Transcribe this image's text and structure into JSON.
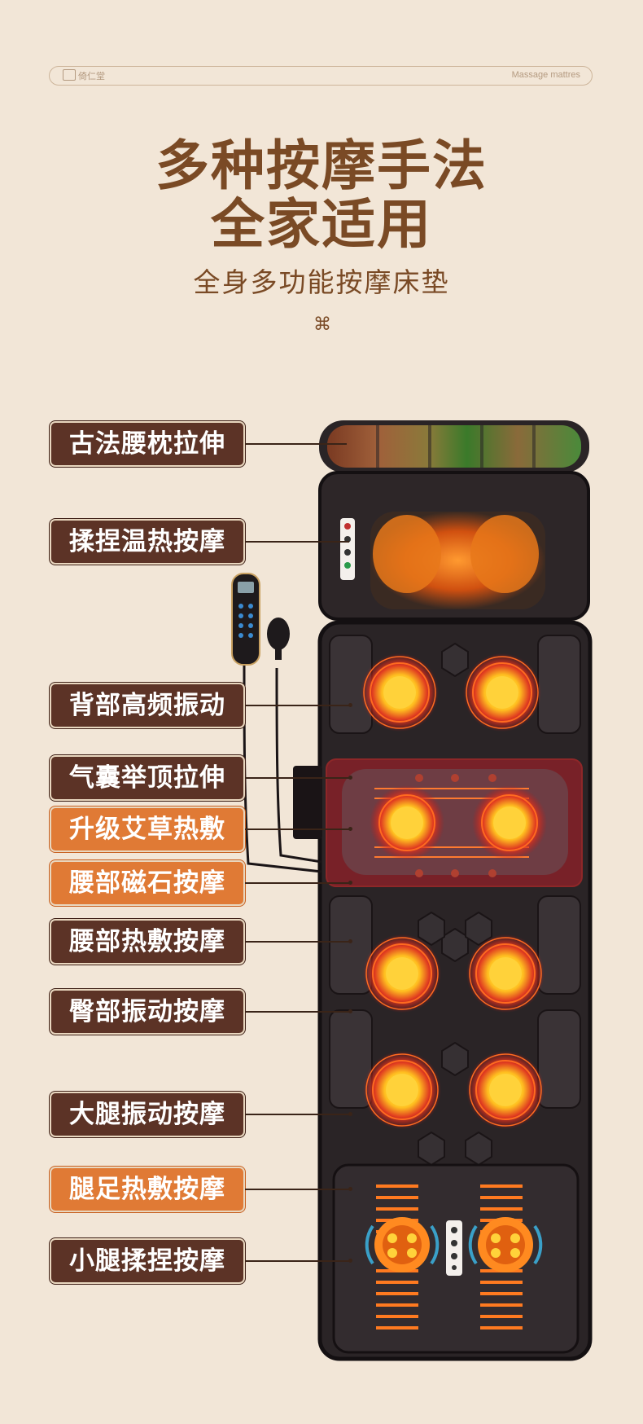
{
  "header": {
    "brand": "倚仁堂",
    "subtitle": "Massage mattres"
  },
  "title": {
    "line1": "多种按摩手法",
    "line2": "全家适用",
    "sub": "全身多功能按摩床垫"
  },
  "icons": {
    "divider": "clover-icon"
  },
  "colors": {
    "background": "#f2e6d7",
    "title": "#7a4a25",
    "label_dark": "#5c3326",
    "label_orange": "#e07a35",
    "heat": "#ffcf33",
    "mat": "#2a2426"
  },
  "labels": [
    {
      "text": "古法腰枕拉伸",
      "style": "dark"
    },
    {
      "text": "揉捏温热按摩",
      "style": "dark"
    },
    {
      "text": "背部高频振动",
      "style": "dark"
    },
    {
      "text": "气囊举顶拉伸",
      "style": "dark"
    },
    {
      "text": "升级艾草热敷",
      "style": "orange"
    },
    {
      "text": "腰部磁石按摩",
      "style": "orange"
    },
    {
      "text": "腰部热敷按摩",
      "style": "dark"
    },
    {
      "text": "臀部振动按摩",
      "style": "dark"
    },
    {
      "text": "大腿振动按摩",
      "style": "dark"
    },
    {
      "text": "腿足热敷按摩",
      "style": "orange"
    },
    {
      "text": "小腿揉捏按摩",
      "style": "dark"
    }
  ]
}
